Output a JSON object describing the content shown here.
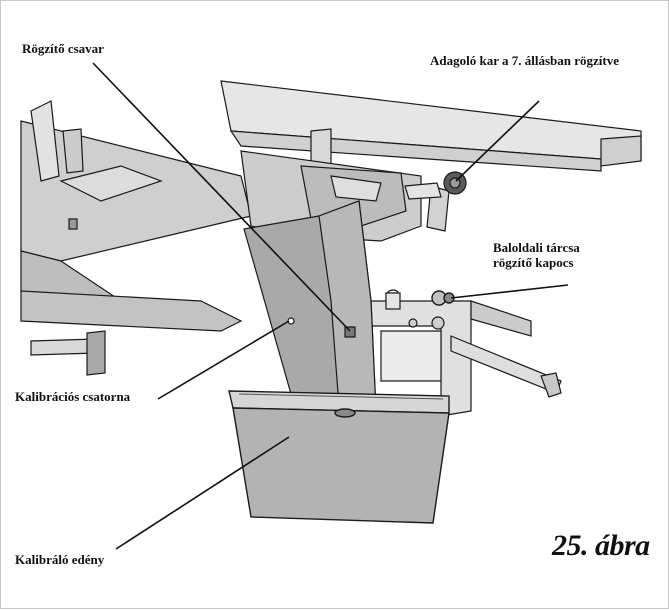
{
  "labels": {
    "fixing_screw": "Rögzítő csavar",
    "feed_lever": "Adagoló kar a 7. állásban rögzítve",
    "left_disc_clip_line1": "Baloldali tárcsa",
    "left_disc_clip_line2": "rögzítő kapocs",
    "calibration_chute": "Kalibrációs csatorna",
    "calibration_container": "Kalibráló edény"
  },
  "figure_caption": "25. ábra",
  "colors": {
    "metal_fill": "#c9c9c9",
    "chute_fill": "#a9a9a9",
    "container_fill": "#b3b3b3",
    "line": "#1a1a1a"
  }
}
